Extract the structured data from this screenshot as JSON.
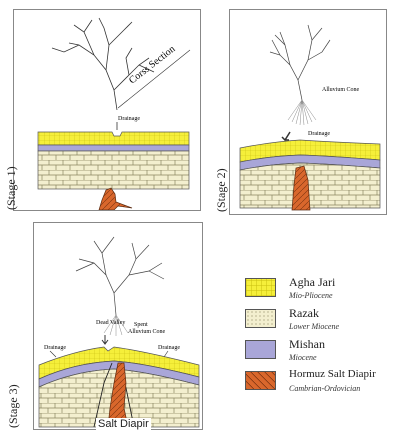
{
  "stages": [
    {
      "label": "(Stage 1)",
      "annotations": {
        "cross_section": "Corss Section",
        "drainage": "Drainage"
      }
    },
    {
      "label": "(Stage 2)",
      "annotations": {
        "alluvium_cone": "Alluvium Cone",
        "drainage": "Drainage"
      }
    },
    {
      "label": "(Stage 3)",
      "annotations": {
        "dead_valley": "Dead Valley",
        "spent_alluvium_cone": "Spent\nAlluvium Cone",
        "drainage_left": "Drainage",
        "drainage_right": "Drainage",
        "salt_diapir": "Salt Diapir"
      }
    }
  ],
  "legend": [
    {
      "name": "Agha Jari",
      "age": "Mio-Pliocene",
      "color": "#f5ef3a"
    },
    {
      "name": "Razak",
      "age": "Lower Miocene",
      "color": "#f3efcf"
    },
    {
      "name": "Mishan",
      "age": "Miocene",
      "color": "#a9a6d8"
    },
    {
      "name": "Hormuz Salt Diapir",
      "age": "Cambrian-Ordovician",
      "color": "#d9672c"
    }
  ]
}
